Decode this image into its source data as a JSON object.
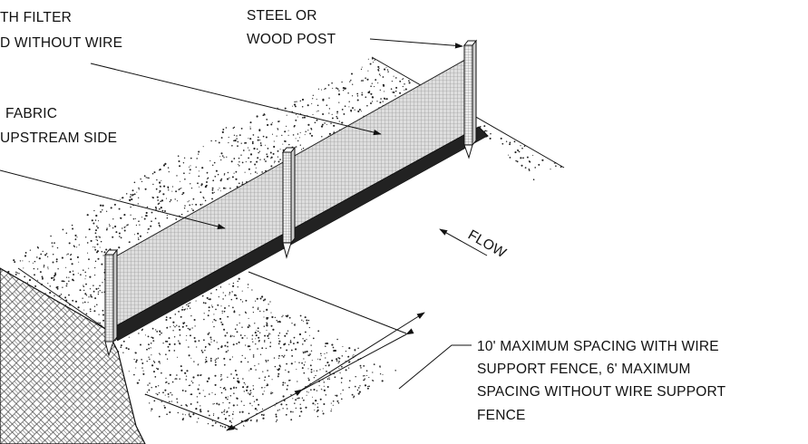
{
  "labels": {
    "filter_fabric_top_line1": "TH FILTER",
    "filter_fabric_top_line2": "D WITHOUT WIRE",
    "post_line1": "STEEL OR",
    "post_line2": "WOOD POST",
    "fabric_side_line1": "FABRIC",
    "fabric_side_line2": "UPSTREAM SIDE",
    "flow": "FLOW",
    "spacing_line1": "10' MAXIMUM SPACING WITH WIRE",
    "spacing_line2": "SUPPORT FENCE, 6' MAXIMUM",
    "spacing_line3": "SPACING WITHOUT WIRE SUPPORT",
    "spacing_line4": "FENCE"
  },
  "colors": {
    "ink": "#111111",
    "fabric_fill": "#d9d9d9",
    "ground_stipple": "#222222",
    "background": "#ffffff"
  },
  "icons": {
    "flow_arrow": "arrow-left-down-icon",
    "dimension_arrows": "double-arrow-icon"
  }
}
